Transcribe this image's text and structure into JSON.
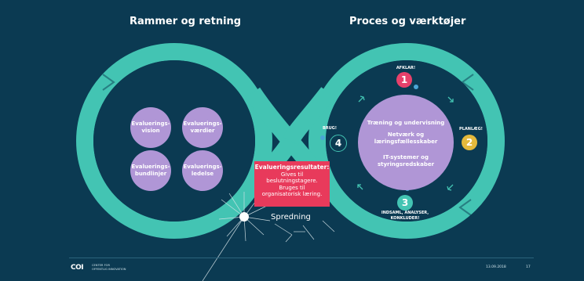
{
  "titles": {
    "left": "Rammer og retning",
    "right": "Proces og værktøjer"
  },
  "left_bubbles": [
    "Evaluerings-\nvision",
    "Evaluerings-\nværdier",
    "Evaluerings-\nbundlinjer",
    "Evaluerings-\nledelse"
  ],
  "center_circle": {
    "line1": "Træning og undervisning",
    "line2": "Netværk og\nlæringsfællesskaber",
    "line3": "IT-systemer og\nstyringsredskaber"
  },
  "steps": [
    {
      "num": "1",
      "label": "AFKLAR!",
      "color": "#e8416b"
    },
    {
      "num": "2",
      "label": "PLANLÆG!",
      "color": "#e3b93c"
    },
    {
      "num": "3",
      "label": "INDSAML, ANALYSER,\nKONKLUDER!",
      "color": "#43c4b3"
    },
    {
      "num": "4",
      "label": "BRUG!",
      "color": "#0b3a52"
    }
  ],
  "result_box": {
    "title": "Evalueringsresultater:",
    "body": "Gives til\nbeslutningstagere.\nBruges til\norganisatorisk læring."
  },
  "spread_label": "Spredning",
  "footer": {
    "logo_mark": "COI",
    "logo_text_line1": "CENTER FOR",
    "logo_text_line2": "OFFENTLIG INNOVATION",
    "date": "13.09.2018",
    "page": "17"
  },
  "colors": {
    "background": "#0b3a52",
    "loop": "#43c4b3",
    "bubble": "#b096d6",
    "result": "#e83a5b"
  }
}
